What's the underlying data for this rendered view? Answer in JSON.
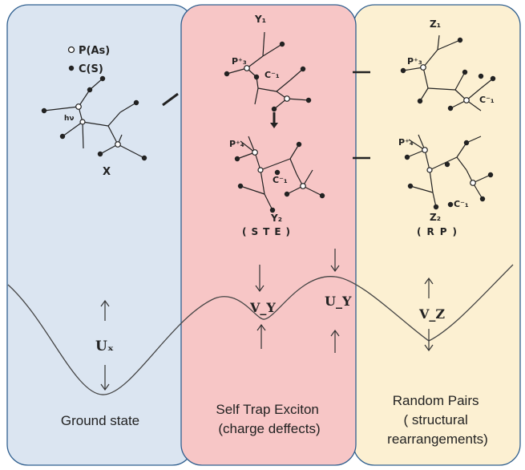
{
  "panels": {
    "ground": {
      "color": "#dbe5f1",
      "caption": [
        "Ground state"
      ]
    },
    "ste": {
      "color": "#f7c6c6",
      "caption": [
        "Self Trap Exciton",
        "(charge deffects)"
      ]
    },
    "random": {
      "color": "#fcf0d2",
      "caption": [
        "Random Pairs",
        "( structural",
        "rearrangements)"
      ]
    }
  },
  "legend": {
    "p_label": "P(As)",
    "c_label": "C(S)"
  },
  "structures": {
    "x": "X",
    "hv": "hν",
    "y1": "Y₁",
    "y2": "Y₂",
    "ste_tag": "(STE)",
    "z1": "Z₁",
    "z2": "Z₂",
    "rp_tag": "(RP)",
    "p_plus": "P⁺₃",
    "p_4": "P⁺₄",
    "c_minus": "C⁻₁"
  },
  "energy": {
    "ux": "Uₓ",
    "vy": "V_Y",
    "uy": "U_Y",
    "vz": "V_Z"
  }
}
